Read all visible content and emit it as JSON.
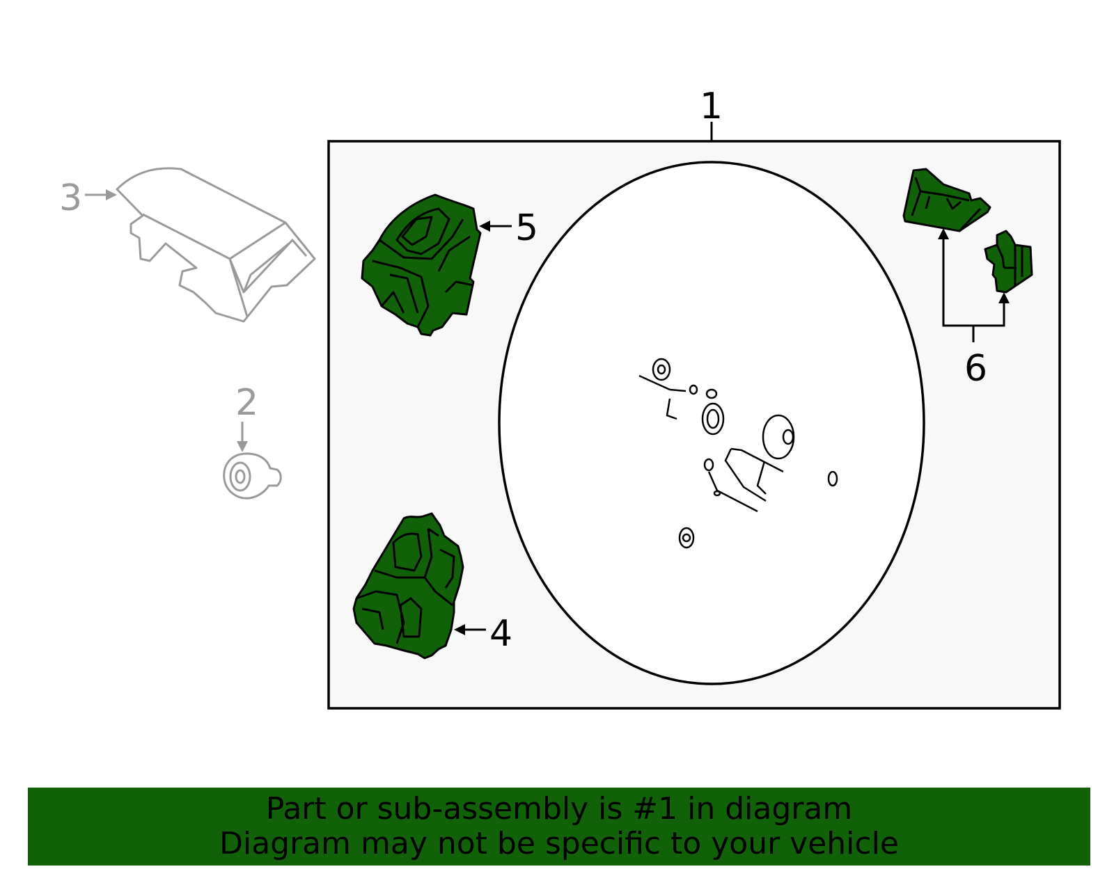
{
  "diagram": {
    "callouts": {
      "c1": "1",
      "c2": "2",
      "c3": "3",
      "c4": "4",
      "c5": "5",
      "c6": "6"
    },
    "highlight_color": "#116109",
    "inactive_color": "#9a9a9a"
  },
  "banner": {
    "line1": "Part or sub-assembly is #1 in diagram",
    "line2": "Diagram may not be specific to your vehicle",
    "background": "#116109"
  },
  "icons": [
    "steering-wheel-icon",
    "airbag-cover-icon",
    "grommet-icon",
    "switch-assembly-icon",
    "paddle-switch-icon"
  ]
}
